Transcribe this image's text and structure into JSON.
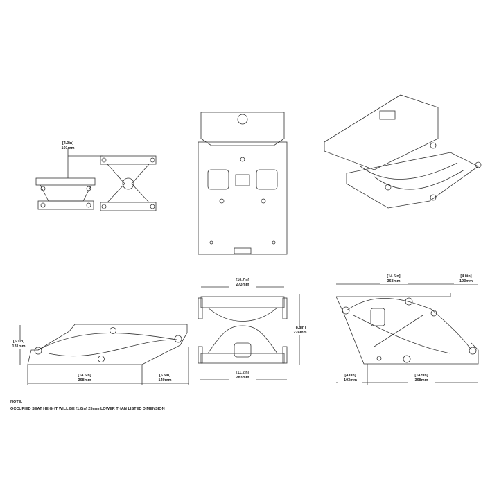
{
  "dimensions": {
    "top_left_height": {
      "in": "[4.0in]",
      "mm": "101mm"
    },
    "side_left_height": {
      "in": "[5.1in]",
      "mm": "131mm"
    },
    "side_left_length": {
      "in": "[14.5in]",
      "mm": "368mm"
    },
    "side_left_offset": {
      "in": "[5.5in]",
      "mm": "140mm"
    },
    "front_top_width": {
      "in": "[10.7in]",
      "mm": "273mm"
    },
    "front_height": {
      "in": "[8.8in]",
      "mm": "224mm"
    },
    "front_bottom_width": {
      "in": "[11.2in]",
      "mm": "283mm"
    },
    "side_right_top_length": {
      "in": "[14.5in]",
      "mm": "368mm"
    },
    "side_right_top_offset": {
      "in": "[4.0in]",
      "mm": "103mm"
    },
    "side_right_bottom_offset": {
      "in": "[4.0in]",
      "mm": "103mm"
    },
    "side_right_bottom_length": {
      "in": "[14.5in]",
      "mm": "368mm"
    }
  },
  "note": {
    "title": "NOTE:",
    "text": "OCCUPIED SEAT HEIGHT WILL BE [1.0in] 25mm LOWER THAN LISTED DIMENSION"
  }
}
